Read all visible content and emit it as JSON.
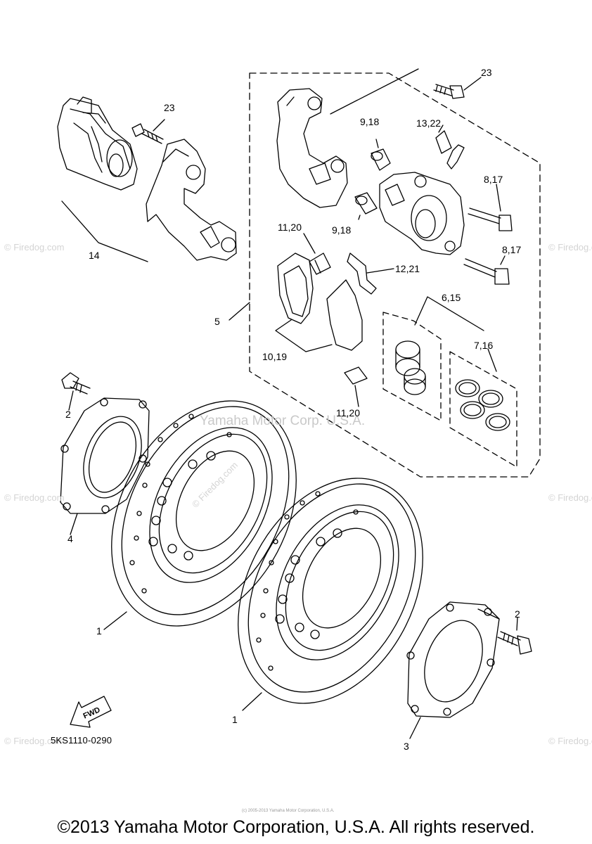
{
  "callouts": {
    "c23_left": "23",
    "c23_right": "23",
    "c9_18_top": "9,18",
    "c13_22": "13,22",
    "c8_17_top": "8,17",
    "c9_18_bottom": "9,18",
    "c8_17_bottom": "8,17",
    "c11_20_top": "11,20",
    "c12_21": "12,21",
    "c14": "14",
    "c5": "5",
    "c6_15": "6,15",
    "c7_16": "7,16",
    "c10_19": "10,19",
    "c11_20_bottom": "11,20",
    "c2_left": "2",
    "c4": "4",
    "c1_left": "1",
    "c1_right": "1",
    "c2_right": "2",
    "c3": "3"
  },
  "fwd_label": "FWD",
  "diagram_code": "5KS1110-0290",
  "watermarks": {
    "firedog": "© Firedog.com",
    "yamaha": "Yamaha Motor Corp. U.S.A.",
    "tiny": "(c) 2005-2013 Yamaha Motor Corporation, U.S.A."
  },
  "copyright": "©2013 Yamaha Motor Corporation, U.S.A. All rights reserved."
}
